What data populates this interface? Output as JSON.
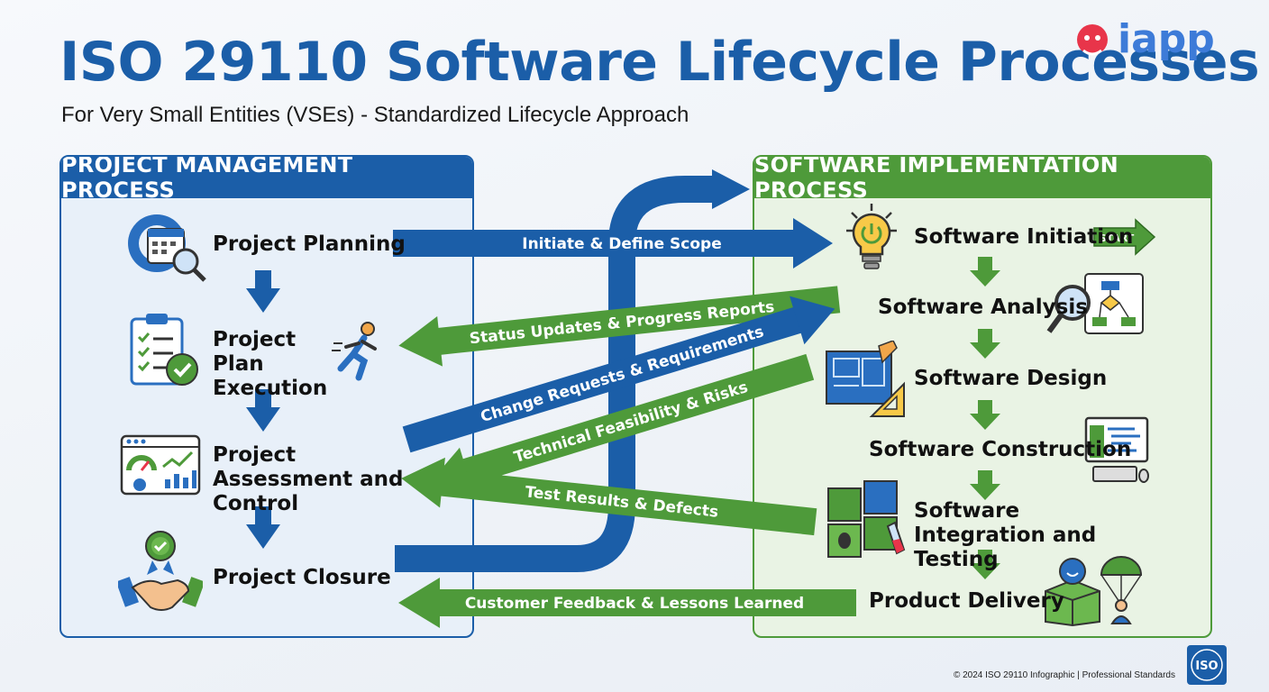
{
  "header": {
    "title": "ISO 29110 Software Lifecycle Processes",
    "subtitle": "For Very Small Entities (VSEs) - Standardized Lifecycle Approach",
    "logo_text": "iapp"
  },
  "project_management": {
    "heading": "PROJECT MANAGEMENT PROCESS",
    "steps": [
      {
        "label": "Project Planning",
        "icon": "gear-calendar-magnifier-icon"
      },
      {
        "label": "Project Plan Execution",
        "icon": "clipboard-checklist-icon"
      },
      {
        "label": "Project Assessment and Control",
        "icon": "dashboard-chart-icon"
      },
      {
        "label": "Project Closure",
        "icon": "handshake-award-icon"
      }
    ]
  },
  "software_implementation": {
    "heading": "SOFTWARE IMPLEMENTATION PROCESS",
    "start_label": "START",
    "steps": [
      {
        "label": "Software Initiation",
        "icon": "lightbulb-power-icon"
      },
      {
        "label": "Software Analysis",
        "icon": "magnifier-flowchart-icon"
      },
      {
        "label": "Software Design",
        "icon": "blueprint-pencil-icon"
      },
      {
        "label": "Software Construction",
        "icon": "computer-code-icon"
      },
      {
        "label": "Software Integration and Testing",
        "icon": "puzzle-testing-icon"
      },
      {
        "label": "Product Delivery",
        "icon": "box-parachute-icon"
      }
    ]
  },
  "flows": [
    {
      "label": "Initiate & Define Scope",
      "direction": "to-implementation",
      "color": "#1b5ea8"
    },
    {
      "label": "Status Updates & Progress Reports",
      "direction": "to-management",
      "color": "#4e9a3a"
    },
    {
      "label": "Change Requests & Requirements",
      "direction": "to-implementation",
      "color": "#1b5ea8"
    },
    {
      "label": "Technical Feasibility & Risks",
      "direction": "to-management",
      "color": "#4e9a3a"
    },
    {
      "label": "Test Results & Defects",
      "direction": "to-management",
      "color": "#4e9a3a"
    },
    {
      "label": "Customer Feedback & Lessons Learned",
      "direction": "to-management",
      "color": "#4e9a3a"
    }
  ],
  "footer": {
    "copyright": "© 2024 ISO 29110 Infographic | Professional Standards",
    "badge_text": "ISO"
  },
  "colors": {
    "blue": "#1b5ea8",
    "green": "#4e9a3a"
  }
}
